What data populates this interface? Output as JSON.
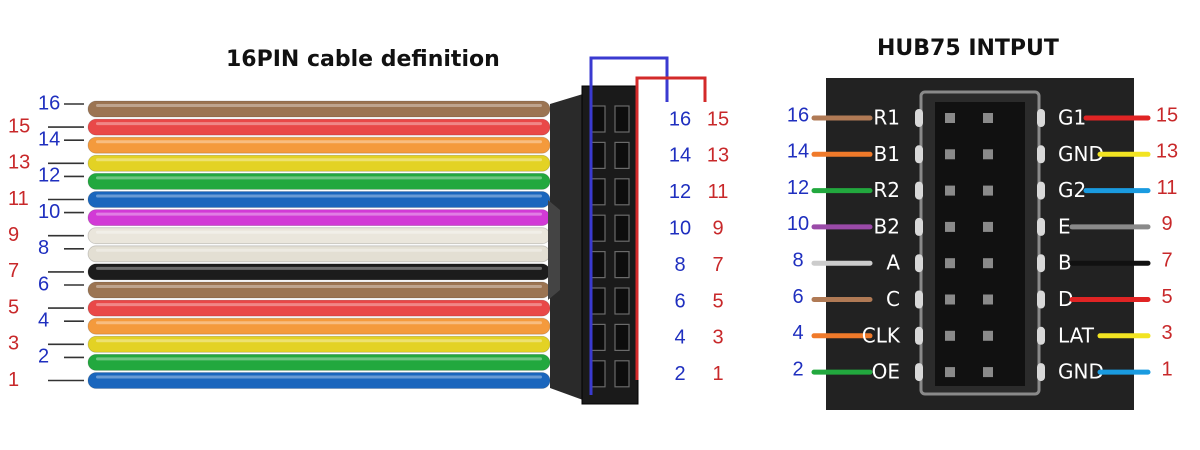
{
  "left_title": "16PIN cable definition",
  "right_title": "HUB75 INTPUT",
  "colors": {
    "blue_number": "#1f2fbf",
    "red_number": "#c8282a",
    "blue_guide": "#3a3ad0",
    "red_guide": "#d32a2a",
    "board": "#222222",
    "pin_grey": "#8a8a8a"
  },
  "ribbon": {
    "wires": [
      {
        "pin": "16",
        "color": "#9b7452"
      },
      {
        "pin": "15",
        "color": "#e94848"
      },
      {
        "pin": "14",
        "color": "#f49a3c"
      },
      {
        "pin": "13",
        "color": "#e3d224"
      },
      {
        "pin": "12",
        "color": "#22a83e"
      },
      {
        "pin": "11",
        "color": "#1a66bd"
      },
      {
        "pin": "10",
        "color": "#d23ad6"
      },
      {
        "pin": "9",
        "color": "#eae6dc"
      },
      {
        "pin": "8",
        "color": "#e3dfd3"
      },
      {
        "pin": "7",
        "color": "#1c1c1c"
      },
      {
        "pin": "6",
        "color": "#9b7452"
      },
      {
        "pin": "5",
        "color": "#e94848"
      },
      {
        "pin": "4",
        "color": "#f49a3c"
      },
      {
        "pin": "3",
        "color": "#e3d224"
      },
      {
        "pin": "2",
        "color": "#22a83e"
      },
      {
        "pin": "1",
        "color": "#1a66bd"
      }
    ]
  },
  "connector_rows": [
    {
      "left": "16",
      "right": "15"
    },
    {
      "left": "14",
      "right": "13"
    },
    {
      "left": "12",
      "right": "11"
    },
    {
      "left": "10",
      "right": "9"
    },
    {
      "left": "8",
      "right": "7"
    },
    {
      "left": "6",
      "right": "5"
    },
    {
      "left": "4",
      "right": "3"
    },
    {
      "left": "2",
      "right": "1"
    }
  ],
  "hub75_rows": [
    {
      "left_num": "16",
      "left_label": "R1",
      "left_color": "#b07a55",
      "right_label": "G1",
      "right_num": "15",
      "right_color": "#e02424"
    },
    {
      "left_num": "14",
      "left_label": "B1",
      "left_color": "#f07a2a",
      "right_label": "GND",
      "right_num": "13",
      "right_color": "#f2e422"
    },
    {
      "left_num": "12",
      "left_label": "R2",
      "left_color": "#22a83e",
      "right_label": "G2",
      "right_num": "11",
      "right_color": "#1a9be0"
    },
    {
      "left_num": "10",
      "left_label": "B2",
      "left_color": "#9a4aa8",
      "right_label": "E",
      "right_num": "9",
      "right_color": "#8a8a8a"
    },
    {
      "left_num": "8",
      "left_label": "A",
      "left_color": "#cccccc",
      "right_label": "B",
      "right_num": "7",
      "right_color": "#111111"
    },
    {
      "left_num": "6",
      "left_label": "C",
      "left_color": "#b07a55",
      "right_label": "D",
      "right_num": "5",
      "right_color": "#e02424"
    },
    {
      "left_num": "4",
      "left_label": "CLK",
      "left_color": "#f07a2a",
      "right_label": "LAT",
      "right_num": "3",
      "right_color": "#f2e422"
    },
    {
      "left_num": "2",
      "left_label": "OE",
      "left_color": "#22a83e",
      "right_label": "GND",
      "right_num": "1",
      "right_color": "#1a9be0"
    }
  ]
}
